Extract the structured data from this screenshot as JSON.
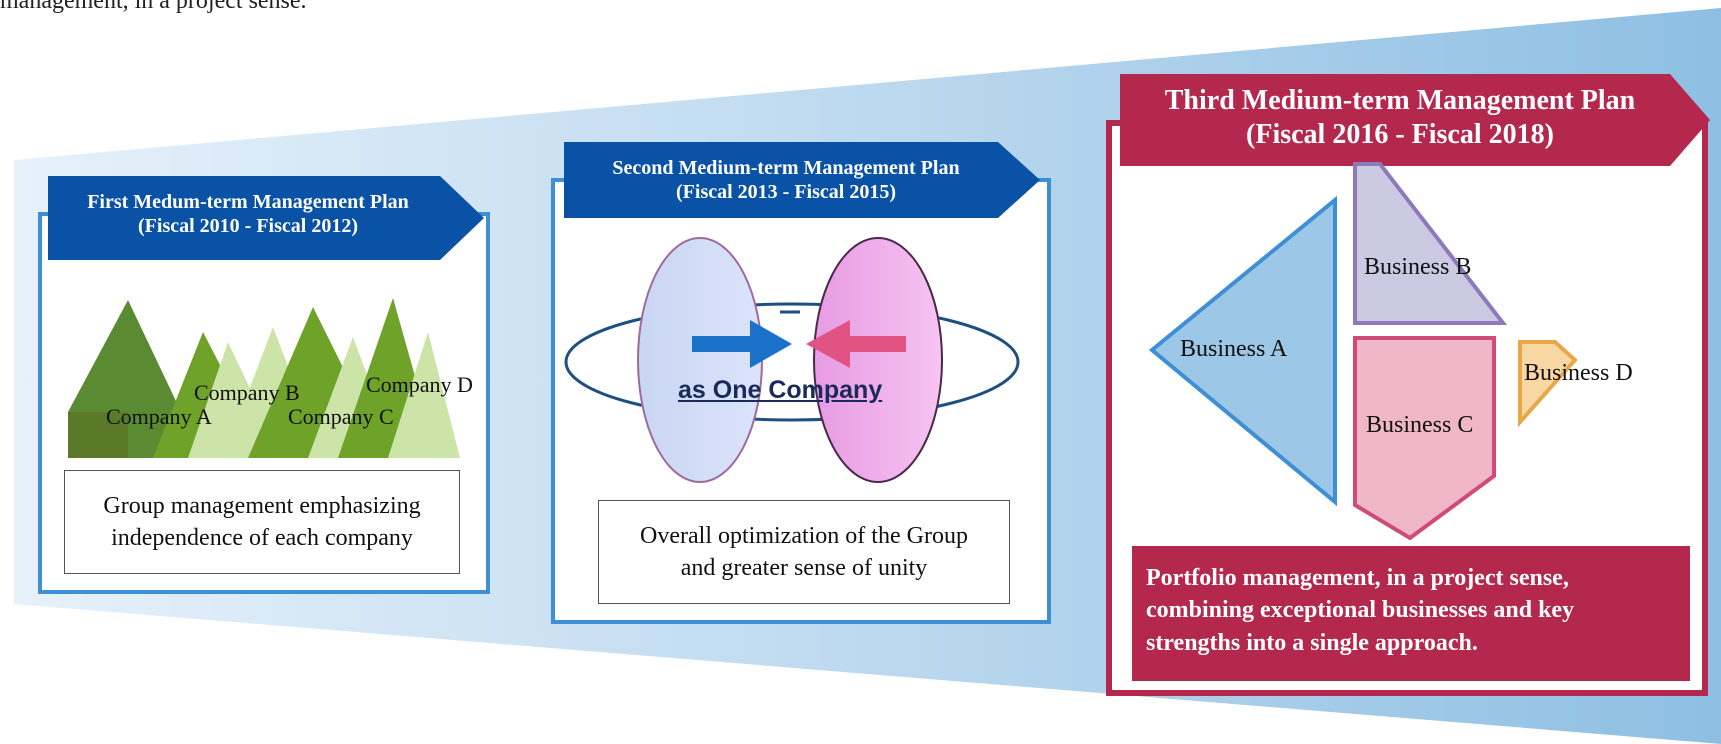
{
  "top_text": "management, in a project sense.",
  "colors": {
    "blue_border": "#3d8fd6",
    "dark_blue_banner": "#0a52a6",
    "crimson": "#b5284e"
  },
  "plans": [
    {
      "title_line1": "First Medum-term Management Plan",
      "title_line2": "(Fiscal 2010 - Fiscal 2012)",
      "companies": [
        "Company A",
        "Company B",
        "Company C",
        "Company D"
      ],
      "caption_line1": "Group management emphasizing",
      "caption_line2": "independence of each company"
    },
    {
      "title_line1": "Second Medium-term Management Plan",
      "title_line2": "(Fiscal 2013 - Fiscal 2015)",
      "slogan": "as One Company",
      "caption_line1": "Overall optimization of the Group",
      "caption_line2": "and greater sense of unity"
    },
    {
      "title_line1": "Third Medium-term Management Plan",
      "title_line2": "(Fiscal 2016 - Fiscal 2018)",
      "businesses": [
        "Business A",
        "Business B",
        "Business C",
        "Business D"
      ],
      "summary_line1": "Portfolio management, in a project sense,",
      "summary_line2": "combining exceptional businesses and key",
      "summary_line3": "strengths into a single approach."
    }
  ]
}
